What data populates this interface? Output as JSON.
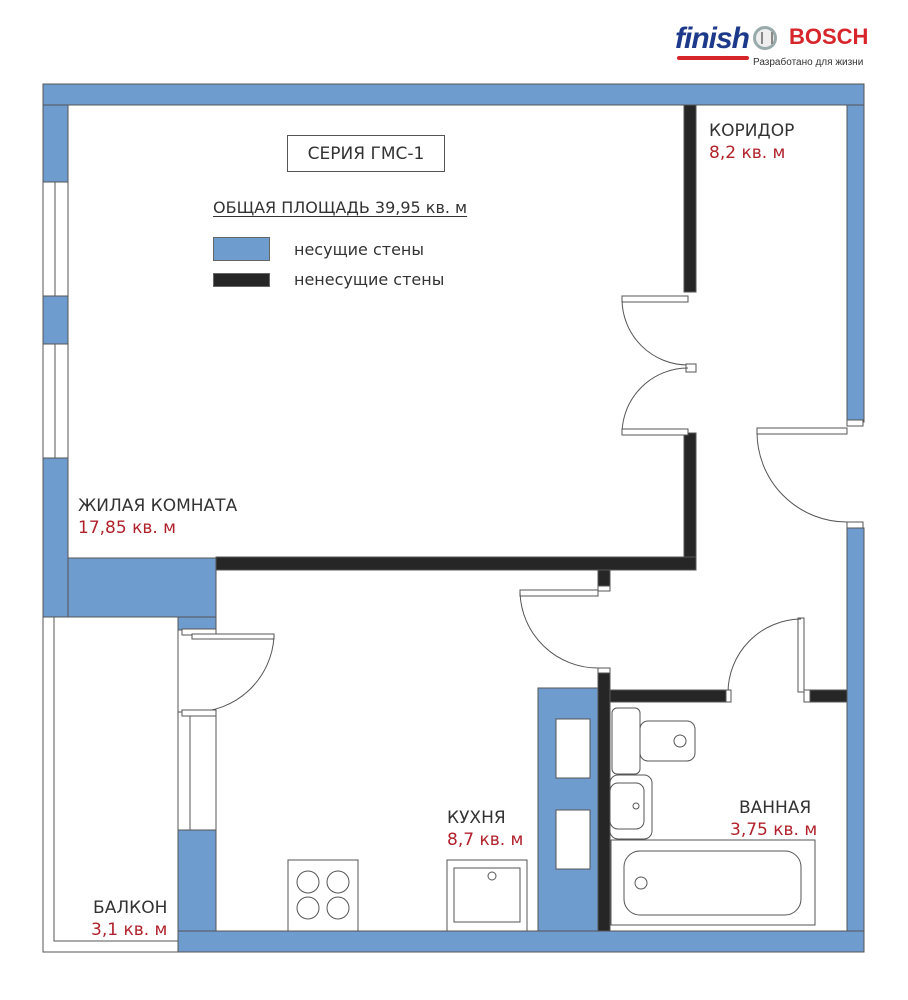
{
  "brand": {
    "logo_left": "finish",
    "logo_right": "BOSCH",
    "tagline": "Разработано для жизни",
    "colors": {
      "finish": "#1d3a8a",
      "bosch": "#d6262b"
    }
  },
  "plan": {
    "series": "СЕРИЯ ГМС-1",
    "total_area": "ОБЩАЯ ПЛОЩАДЬ  39,95 кв. м",
    "legend": [
      {
        "label": "несущие стены",
        "color": "#6f9ccf"
      },
      {
        "label": "ненесущие стены",
        "color": "#262626"
      }
    ],
    "rooms": [
      {
        "name": "ЖИЛАЯ КОМНАТА",
        "area": "17,85 кв. м"
      },
      {
        "name": "КОРИДОР",
        "area": "8,2 кв. м"
      },
      {
        "name": "КУХНЯ",
        "area": "8,7 кв. м"
      },
      {
        "name": "ВАННАЯ",
        "area": "3,75 кв. м"
      },
      {
        "name": "БАЛКОН",
        "area": "3,1 кв. м"
      }
    ],
    "colors": {
      "load_bearing": "#6f9ccf",
      "non_load_bearing": "#262626",
      "area_text": "#b0222b"
    }
  }
}
